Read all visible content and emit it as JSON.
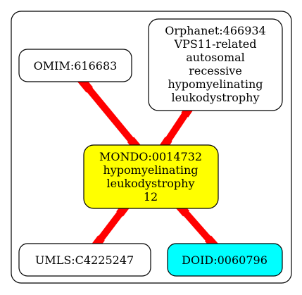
{
  "colors": {
    "background": "#ffffff",
    "edge": "#ff0000",
    "stroke": "#000000",
    "focus_fill": "#ffff00",
    "doid_fill": "#00ffff",
    "default_fill": "#ffffff"
  },
  "nodes": {
    "omim": {
      "lines": [
        "OMIM:616683"
      ]
    },
    "orphanet": {
      "lines": [
        "Orphanet:466934",
        "VPS11-related",
        "autosomal",
        "recessive",
        "hypomyelinating",
        "leukodystrophy"
      ]
    },
    "mondo": {
      "lines": [
        "MONDO:0014732",
        "hypomyelinating",
        "leukodystrophy",
        "12"
      ]
    },
    "umls": {
      "lines": [
        "UMLS:C4225247"
      ]
    },
    "doid": {
      "lines": [
        "DOID:0060796"
      ]
    }
  },
  "edges": [
    {
      "from": "omim",
      "to": "mondo"
    },
    {
      "from": "orphanet",
      "to": "mondo"
    },
    {
      "from": "mondo",
      "to": "umls"
    },
    {
      "from": "mondo",
      "to": "doid"
    }
  ]
}
